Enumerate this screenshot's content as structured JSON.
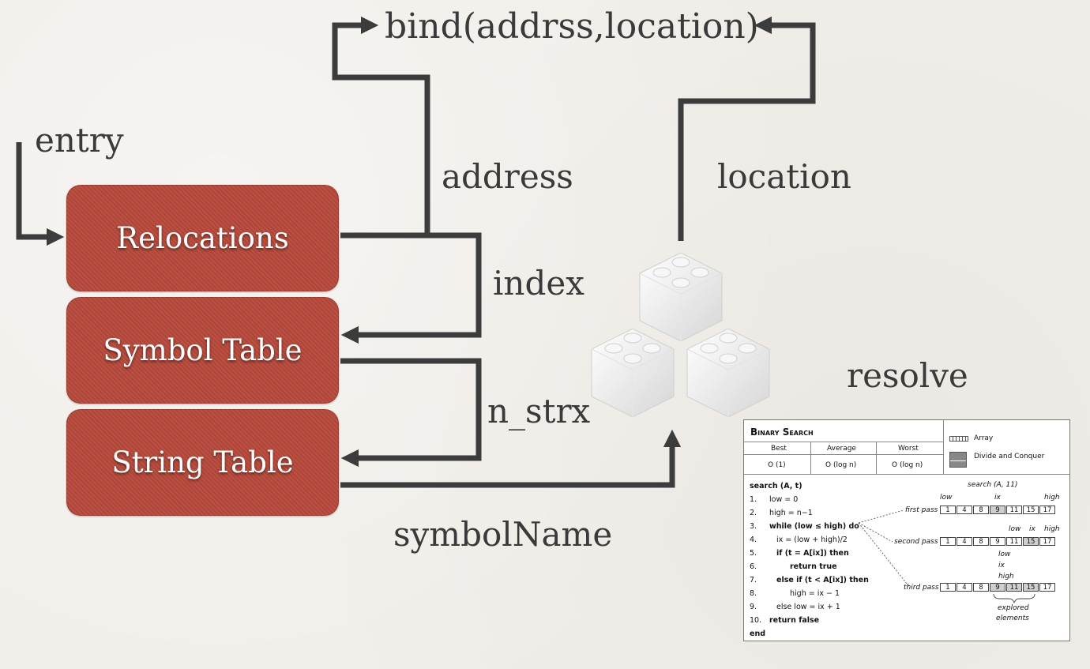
{
  "labels": {
    "bind": "bind(addrss,location)",
    "entry": "entry",
    "address": "address",
    "location": "location",
    "index": "index",
    "n_strx": "n_strx",
    "resolve": "resolve",
    "symbolName": "symbolName"
  },
  "boxes": {
    "relocations": "Relocations",
    "symbol_table": "Symbol Table",
    "string_table": "String Table"
  },
  "binary_search": {
    "title": "Binary Search",
    "headers": [
      "Best",
      "Average",
      "Worst"
    ],
    "values": [
      "O (1)",
      "O (log n)",
      "O (log n)"
    ],
    "legend": [
      "Array",
      "Divide and Conquer"
    ],
    "code": [
      {
        "n": "",
        "text": "search (A, t)"
      },
      {
        "n": "1.",
        "text": "low = 0"
      },
      {
        "n": "2.",
        "text": "high = n−1"
      },
      {
        "n": "3.",
        "text": "while (low ≤ high) do"
      },
      {
        "n": "4.",
        "text": "ix = (low + high)/2"
      },
      {
        "n": "5.",
        "text": "if (t = A[ix]) then"
      },
      {
        "n": "6.",
        "text": "return true"
      },
      {
        "n": "7.",
        "text": "else if (t < A[ix]) then"
      },
      {
        "n": "8.",
        "text": "high = ix − 1"
      },
      {
        "n": "9.",
        "text": "else low = ix + 1"
      },
      {
        "n": "10.",
        "text": "return false"
      },
      {
        "n": "",
        "text": "end"
      }
    ],
    "call": "search (A, 11)",
    "array": [
      1,
      4,
      8,
      9,
      11,
      15,
      17
    ],
    "passes": [
      "first pass",
      "second pass",
      "third pass"
    ],
    "pointer_low": "low",
    "pointer_ix": "ix",
    "pointer_high": "high",
    "explored": "explored",
    "elements": "elements"
  },
  "colors": {
    "box": "#b84a3c",
    "wire": "#3c3c3c",
    "background": "#f1eee9"
  },
  "icons": [
    "lego-brick-icon",
    "lego-brick-icon",
    "lego-brick-icon"
  ]
}
